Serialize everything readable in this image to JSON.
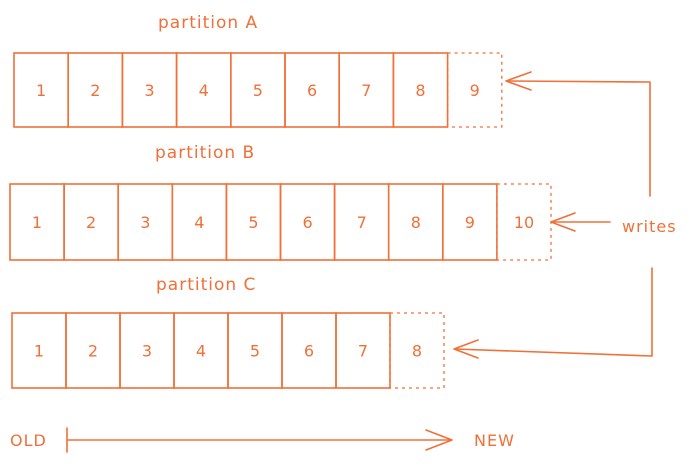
{
  "colors": {
    "ink": "#f07038"
  },
  "partitions": [
    {
      "title": "partition A",
      "cells": [
        "1",
        "2",
        "3",
        "4",
        "5",
        "6",
        "7",
        "8"
      ],
      "pending_cell": "9"
    },
    {
      "title": "partition B",
      "cells": [
        "1",
        "2",
        "3",
        "4",
        "5",
        "6",
        "7",
        "8",
        "9"
      ],
      "pending_cell": "10"
    },
    {
      "title": "partition C",
      "cells": [
        "1",
        "2",
        "3",
        "4",
        "5",
        "6",
        "7"
      ],
      "pending_cell": "8"
    }
  ],
  "writes_label": "writes",
  "timeline": {
    "start_label": "OLD",
    "end_label": "NEW"
  }
}
